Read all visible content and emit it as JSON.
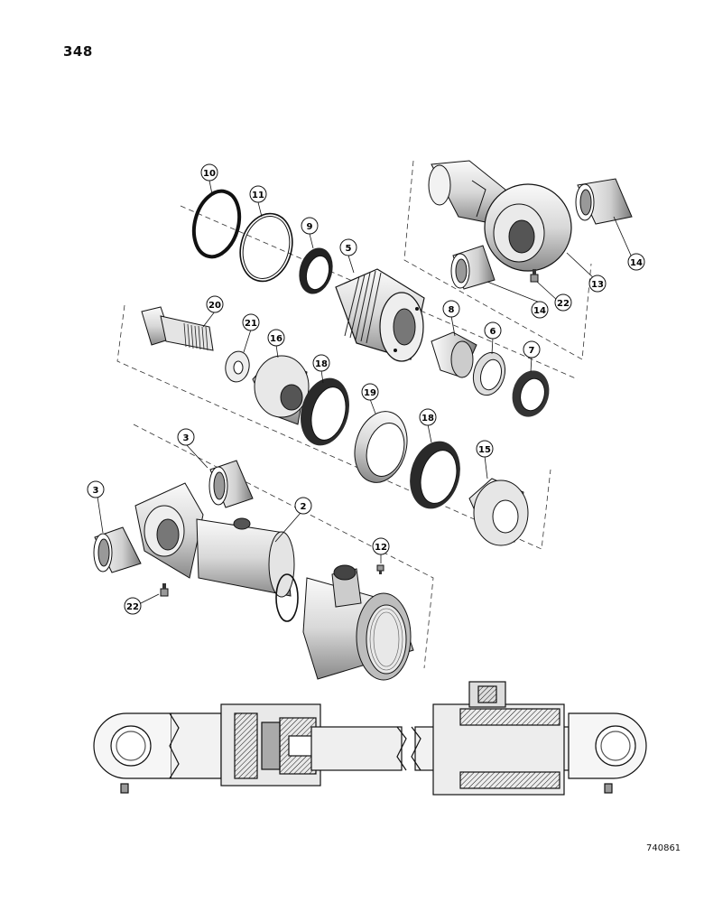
{
  "page_number": "348",
  "figure_code": "740861",
  "callouts": {
    "c10": "10",
    "c11": "11",
    "c9": "9",
    "c5": "5",
    "c13": "13",
    "c14a": "14",
    "c14b": "14",
    "c22a": "22",
    "c20": "20",
    "c21": "21",
    "c16": "16",
    "c18a": "18",
    "c8": "8",
    "c6": "6",
    "c7": "7",
    "c19": "19",
    "c18b": "18",
    "c15": "15",
    "c3a": "3",
    "c3b": "3",
    "c2": "2",
    "c12": "12",
    "c22b": "22"
  },
  "colors": {
    "ink": "#111111",
    "paper": "#ffffff",
    "shade": "#9a9a9a"
  }
}
